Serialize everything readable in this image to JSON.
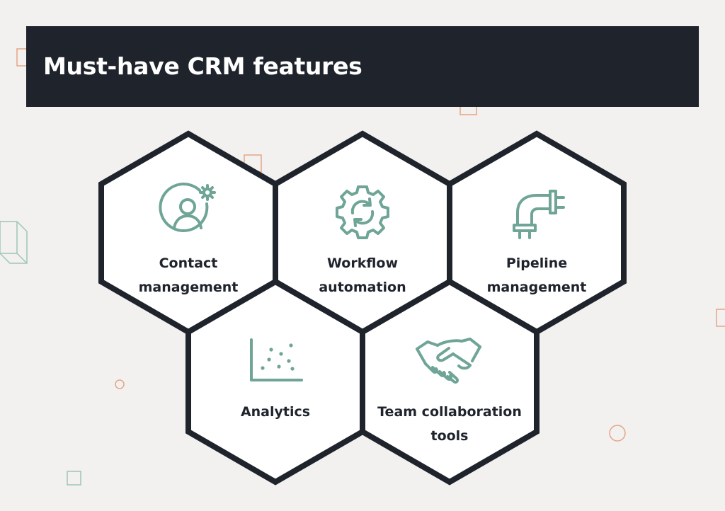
{
  "header": {
    "title": "Must-have CRM features"
  },
  "colors": {
    "background": "#f2f1ef",
    "header_bg": "#1f232c",
    "hex_stroke": "#1f232c",
    "hex_fill": "#ffffff",
    "icon": "#6fa596",
    "accent_orange": "#e4a585",
    "accent_green": "#9cc6b9"
  },
  "features": [
    {
      "id": "contact",
      "icon": "user-gear-icon",
      "lines": [
        "Contact",
        "management"
      ]
    },
    {
      "id": "workflow",
      "icon": "gear-refresh-icon",
      "lines": [
        "Workflow",
        "automation"
      ]
    },
    {
      "id": "pipeline",
      "icon": "pipe-icon",
      "lines": [
        "Pipeline",
        "management"
      ]
    },
    {
      "id": "analytics",
      "icon": "scatter-plot-icon",
      "lines": [
        "Analytics"
      ]
    },
    {
      "id": "team",
      "icon": "handshake-icon",
      "lines": [
        "Team collaboration",
        "tools"
      ]
    }
  ]
}
